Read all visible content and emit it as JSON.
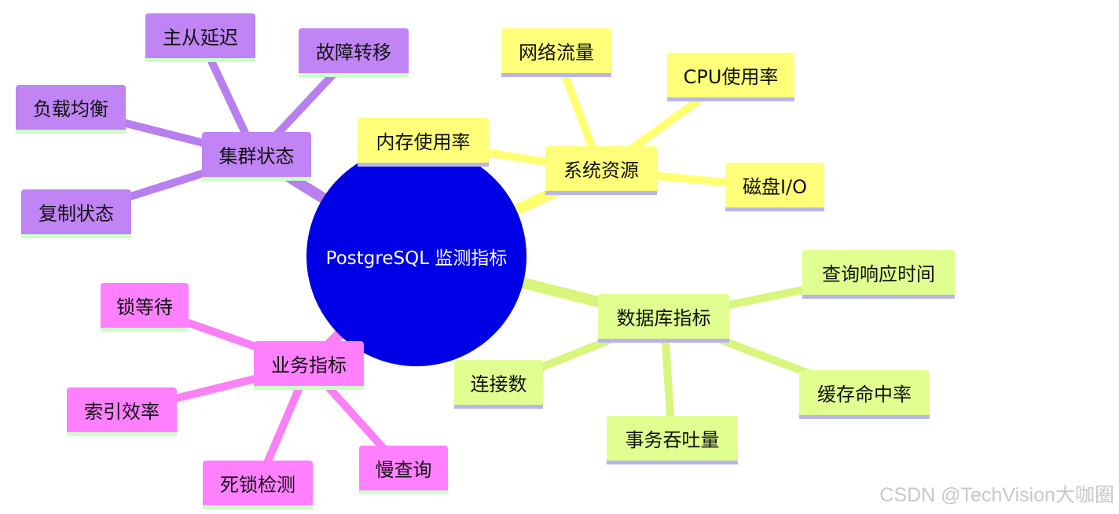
{
  "colors": {
    "root": "#0000e6",
    "system": "#ffff7a",
    "system_branch": "#ffff70",
    "system_under": "#b7b5ec",
    "database": "#e0ff90",
    "database_branch": "#d8f57c",
    "database_under": "#b7b5ec",
    "cluster": "#c084f5",
    "cluster_branch": "#b77ff0",
    "cluster_under": "#cbffc8",
    "business": "#ff80ff",
    "business_branch": "#fb80f5",
    "business_under": "#cbffc8"
  },
  "root": {
    "label": "PostgreSQL 监测指标"
  },
  "groups": {
    "system": {
      "label": "系统资源",
      "children": [
        "网络流量",
        "CPU使用率",
        "内存使用率",
        "磁盘I/O"
      ]
    },
    "database": {
      "label": "数据库指标",
      "children": [
        "查询响应时间",
        "连接数",
        "事务吞吐量",
        "缓存命中率"
      ]
    },
    "cluster": {
      "label": "集群状态",
      "children": [
        "主从延迟",
        "故障转移",
        "负载均衡",
        "复制状态"
      ]
    },
    "business": {
      "label": "业务指标",
      "children": [
        "锁等待",
        "索引效率",
        "死锁检测",
        "慢查询"
      ]
    }
  },
  "watermark": "CSDN @TechVision大咖圈"
}
